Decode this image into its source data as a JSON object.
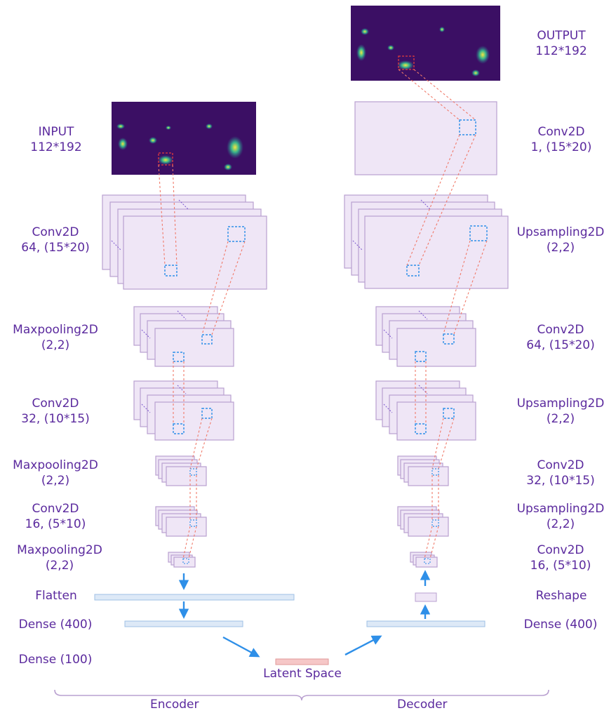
{
  "input": {
    "title": "INPUT",
    "size": "112*192"
  },
  "output": {
    "title": "OUTPUT",
    "size": "112*192"
  },
  "encoder": {
    "conv1": {
      "name": "Conv2D",
      "params": "64, (15*20)"
    },
    "pool1": {
      "name": "Maxpooling2D",
      "params": "(2,2)"
    },
    "conv2": {
      "name": "Conv2D",
      "params": "32, (10*15)"
    },
    "pool2": {
      "name": "Maxpooling2D",
      "params": "(2,2)"
    },
    "conv3": {
      "name": "Conv2D",
      "params": "16, (5*10)"
    },
    "pool3": {
      "name": "Maxpooling2D",
      "params": "(2,2)"
    },
    "flatten": "Flatten",
    "dense1": "Dense (400)",
    "dense2": "Dense (100)"
  },
  "decoder": {
    "conv_out": {
      "name": "Conv2D",
      "params": "1, (15*20)"
    },
    "up1": {
      "name": "Upsampling2D",
      "params": "(2,2)"
    },
    "conv1": {
      "name": "Conv2D",
      "params": "64, (15*20)"
    },
    "up2": {
      "name": "Upsampling2D",
      "params": "(2,2)"
    },
    "conv2": {
      "name": "Conv2D",
      "params": "32, (10*15)"
    },
    "up3": {
      "name": "Upsampling2D",
      "params": "(2,2)"
    },
    "conv3": {
      "name": "Conv2D",
      "params": "16, (5*10)"
    },
    "reshape": "Reshape",
    "dense1": "Dense (400)"
  },
  "latent": "Latent Space",
  "braces": {
    "encoder": "Encoder",
    "decoder": "Decoder"
  },
  "colors": {
    "label": "#5b2a9e",
    "layer_fill": "#efe6f6",
    "layer_stroke": "#b9a0d0",
    "dense_fill": "#dde9f7",
    "dense_stroke": "#9fc0e6",
    "latent_fill": "#f6c7c7",
    "arrow": "#2e8fe8",
    "kernel": "#2e8fe8",
    "trace": "#f07a6a",
    "heatmap_bg": "#3b0f64"
  }
}
